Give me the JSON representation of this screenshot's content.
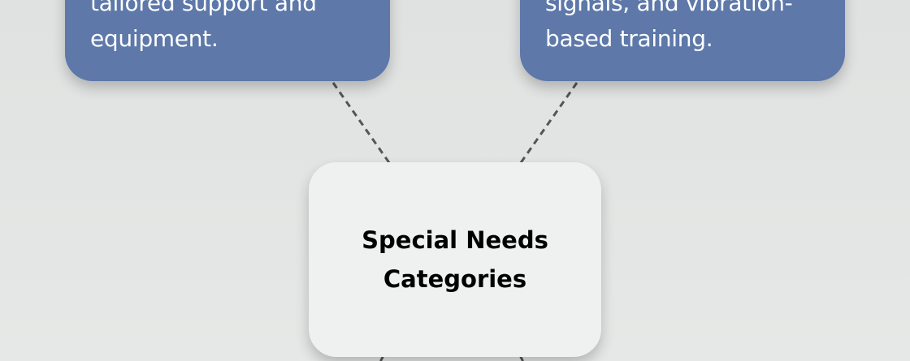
{
  "nodes": {
    "left": {
      "lines": [
        "tailored support and",
        "equipment."
      ]
    },
    "right": {
      "lines": [
        "signals, and vibration-",
        "based training."
      ]
    },
    "center": {
      "lines": [
        "Special Needs",
        "Categories"
      ]
    }
  },
  "colors": {
    "node_blue": "#5d78a9",
    "center_node": "#eff1f0",
    "connector": "#555555"
  }
}
